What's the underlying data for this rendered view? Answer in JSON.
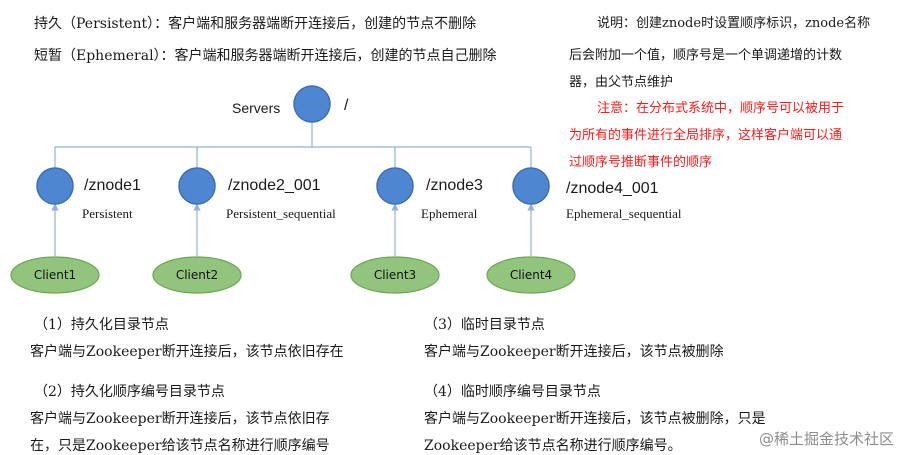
{
  "header": {
    "line1": "持久（Persistent）：客户端和服务器端断开连接后，创建的节点不删除",
    "line2": "短暂（Ephemeral）：客户端和服务器端断开连接后，创建的节点自己删除"
  },
  "note": {
    "lines": [
      "说明：创建znode时设置顺序标识，znode名称",
      "后会附加一个值，顺序号是一个单调递增的计数",
      "器，由父节点维护"
    ],
    "warning_lines": [
      "注意：在分布式系统中，顺序号可以被用于",
      "为所有的事件进行全局排序，这样客户端可以通",
      "过顺序号推断事件的顺序"
    ],
    "warning_color": "#ff1a1a"
  },
  "tree": {
    "root_label": "Servers",
    "root_name": "/",
    "node_color": "#4f86d1",
    "client_color": "#93c47d",
    "nodes": [
      {
        "name": "/znode1",
        "type": "Persistent",
        "client": "Client1"
      },
      {
        "name": "/znode2_001",
        "type": "Persistent_sequential",
        "client": "Client2"
      },
      {
        "name": "/znode3",
        "type": "Ephemeral",
        "client": "Client3"
      },
      {
        "name": "/znode4_001",
        "type": "Ephemeral_sequential",
        "client": "Client4"
      }
    ]
  },
  "sections": [
    {
      "title": "（1）持久化目录节点",
      "lines": [
        "客户端与Zookeeper断开连接后，该节点依旧存在"
      ]
    },
    {
      "title": "（3）临时目录节点",
      "lines": [
        "客户端与Zookeeper断开连接后，该节点被删除"
      ]
    },
    {
      "title": "（2）持久化顺序编号目录节点",
      "lines": [
        "客户端与Zookeeper断开连接后，该节点依旧存",
        "在，只是Zookeeper给该节点名称进行顺序编号"
      ]
    },
    {
      "title": "（4）临时顺序编号目录节点",
      "lines": [
        "客户端与Zookeeper断开连接后，该节点被删除，只是",
        "Zookeeper给该节点名称进行顺序编号。"
      ]
    }
  ],
  "watermark": "@稀土掘金技术社区"
}
